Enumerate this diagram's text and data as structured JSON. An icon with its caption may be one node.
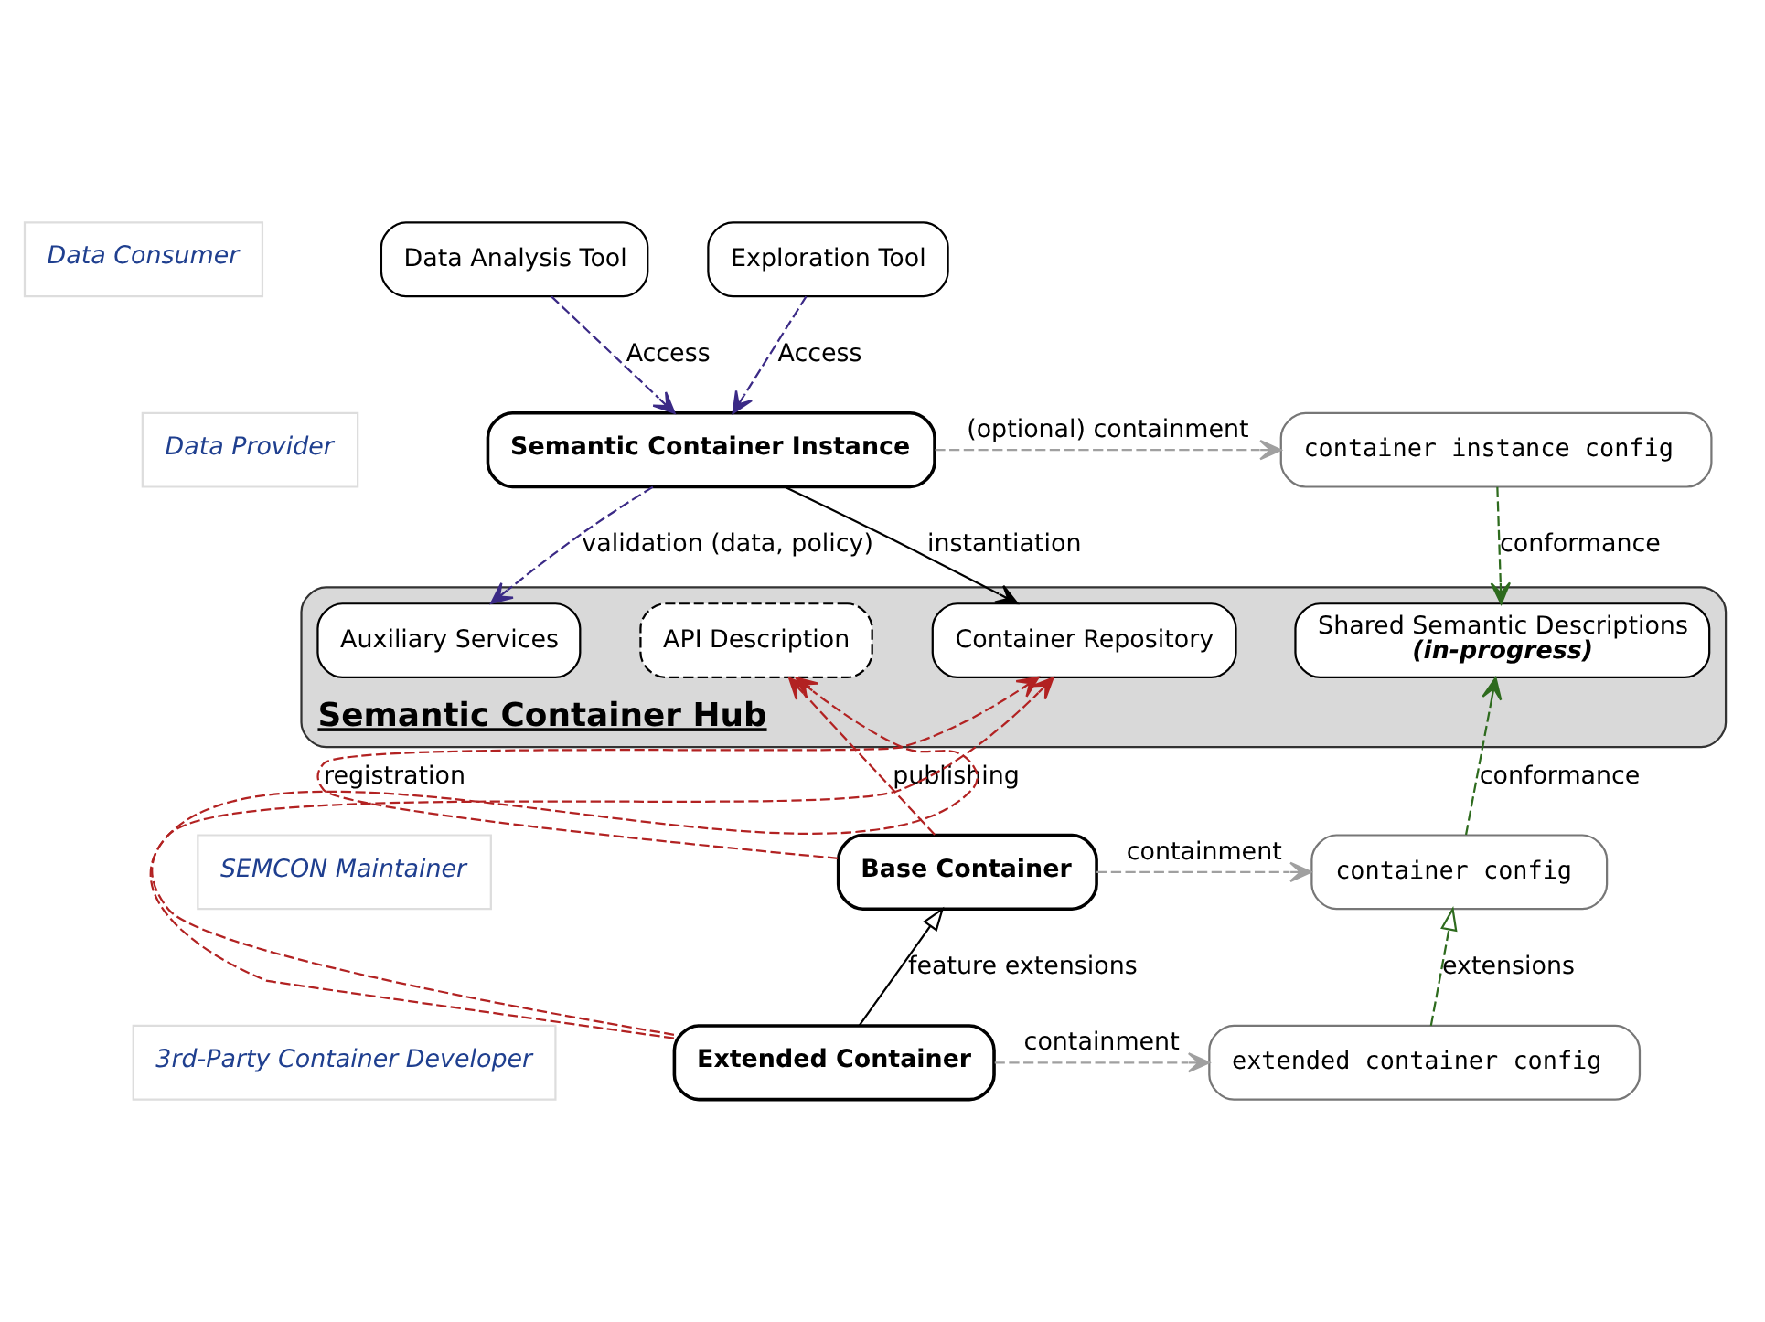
{
  "diagram": {
    "nodes": [
      {
        "text": [
          "Data Consumer"
        ]
      },
      {
        "text": [
          "Data Analysis Tool"
        ]
      },
      {
        "text": [
          "Exploration Tool"
        ]
      },
      {
        "text": [
          "Data Provider"
        ]
      },
      {
        "text": [
          "Semantic Container Instance"
        ]
      },
      {
        "text": [
          "container instance config"
        ]
      },
      {
        "text": [
          "SEMCON Maintainer"
        ]
      },
      {
        "text": [
          "Semantic Container Hub"
        ]
      },
      {
        "text": [
          "Auxiliary Services"
        ],
        "in": 7
      },
      {
        "text": [
          "Container Repository"
        ],
        "in": 7
      },
      {
        "text": [
          "API Description"
        ],
        "in": 7
      },
      {
        "text": [
          "Shared Semantic Descriptions",
          "(in-progress)"
        ],
        "in": 7
      },
      {
        "text": [
          "Base Container"
        ]
      },
      {
        "text": [
          "container config"
        ]
      },
      {
        "text": [
          "3rd-Party Container Developer"
        ]
      },
      {
        "text": [
          "Extended Container"
        ]
      },
      {
        "text": [
          "extended container config"
        ]
      }
    ],
    "edges": [
      {
        "from": 1,
        "to": 4,
        "arrow": "to",
        "label": "Access",
        "style": "dashed",
        "color": "#3b2a86"
      },
      {
        "from": 2,
        "to": 4,
        "arrow": "to",
        "label": "Access",
        "style": "dashed",
        "color": "#3b2a86"
      },
      {
        "from": 4,
        "to": 5,
        "arrow": "to",
        "label": "(optional) containment",
        "style": "dashed",
        "color": "#a0a0a0"
      },
      {
        "from": 4,
        "to": 8,
        "arrow": "to",
        "label": "validation (data, policy)",
        "style": "dashed",
        "color": "#3b2a86"
      },
      {
        "from": 4,
        "to": 9,
        "arrow": "to",
        "label": "instantiation",
        "color": "#000000"
      },
      {
        "from": 5,
        "to": 11,
        "arrow": "to",
        "label": "conformance",
        "style": "dashed",
        "color": "#2e6b1e"
      },
      {
        "from": 12,
        "to": 9,
        "arrow": "to",
        "label": "registration",
        "style": "dashed",
        "color": "#b22222"
      },
      {
        "from": 15,
        "to": 9,
        "arrow": "to",
        "style": "dashed",
        "color": "#b22222"
      },
      {
        "from": 12,
        "to": 10,
        "arrow": "to",
        "label": "publishing",
        "style": "dashed",
        "color": "#b22222"
      },
      {
        "from": 15,
        "to": 10,
        "arrow": "to",
        "style": "dashed",
        "color": "#b22222"
      },
      {
        "from": 13,
        "to": 11,
        "arrow": "to",
        "label": "conformance",
        "style": "dashed",
        "color": "#2e6b1e"
      },
      {
        "from": 12,
        "to": 13,
        "arrow": "to",
        "label": "containment",
        "style": "dashed",
        "color": "#a0a0a0"
      },
      {
        "from": 15,
        "to": 12,
        "arrow": "to",
        "label": "feature extensions",
        "color": "#000000"
      },
      {
        "from": 16,
        "to": 13,
        "arrow": "to",
        "label": "extensions",
        "style": "dashed",
        "color": "#2e6b1e"
      },
      {
        "from": 15,
        "to": 16,
        "arrow": "to",
        "label": "containment",
        "style": "dashed",
        "color": "#a0a0a0"
      }
    ]
  }
}
